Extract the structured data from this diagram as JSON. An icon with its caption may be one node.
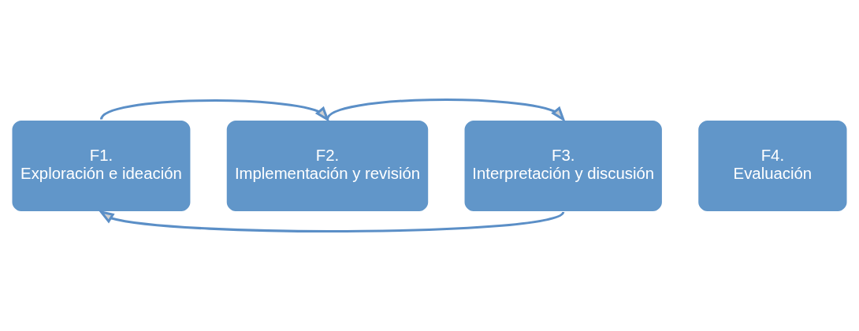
{
  "diagram": {
    "nodes": [
      {
        "text": [
          "F1.",
          "Exploración e ideación"
        ]
      },
      {
        "text": [
          "F2.",
          "Implementación y revisión"
        ]
      },
      {
        "text": [
          "F3.",
          "Interpretación y discusión"
        ]
      },
      {
        "text": [
          "F4.",
          "Evaluación"
        ]
      }
    ],
    "edges": [
      {
        "from": 0,
        "to": 1,
        "arrow": "to"
      },
      {
        "from": 1,
        "to": 2,
        "arrow": "to"
      },
      {
        "from": 2,
        "to": 0,
        "arrow": "to"
      }
    ]
  }
}
